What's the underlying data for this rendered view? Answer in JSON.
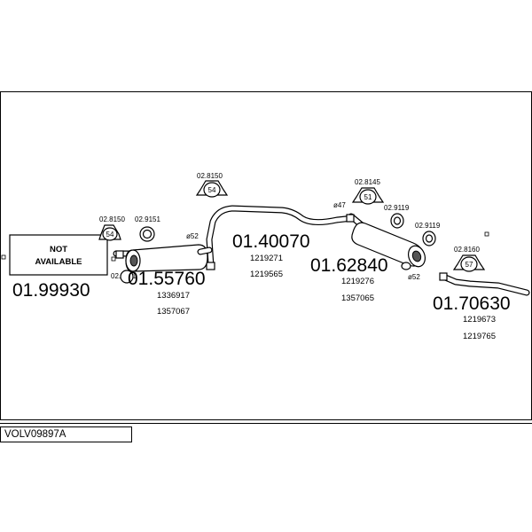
{
  "diagram": {
    "model_code": "VOLV09897A",
    "na_box": {
      "line1": "NOT",
      "line2": "AVAILABLE",
      "part": "01.99930"
    },
    "parts": {
      "front": {
        "part": "01.55760",
        "refs": [
          "1336917",
          "1357067"
        ]
      },
      "center": {
        "part": "01.40070",
        "refs": [
          "1219271",
          "1219565"
        ]
      },
      "middle": {
        "part": "01.62840",
        "refs": [
          "1219276",
          "1357065"
        ]
      },
      "rear": {
        "part": "01.70630",
        "refs": [
          "1219673",
          "1219765"
        ]
      }
    },
    "fittings": {
      "h1": {
        "code": "02.8150",
        "num": "54"
      },
      "r1": {
        "code": "02.9151"
      },
      "r2": {
        "code": "02.9151"
      },
      "h2": {
        "code": "02.8150",
        "num": "54"
      },
      "h3": {
        "code": "02.8145",
        "num": "51"
      },
      "r3": {
        "code": "02.9119"
      },
      "r4": {
        "code": "02.9119"
      },
      "h4": {
        "code": "02.8160",
        "num": "57"
      }
    },
    "diameters": {
      "d1": "ø52",
      "d2": "ø47",
      "d3": "ø52"
    }
  }
}
